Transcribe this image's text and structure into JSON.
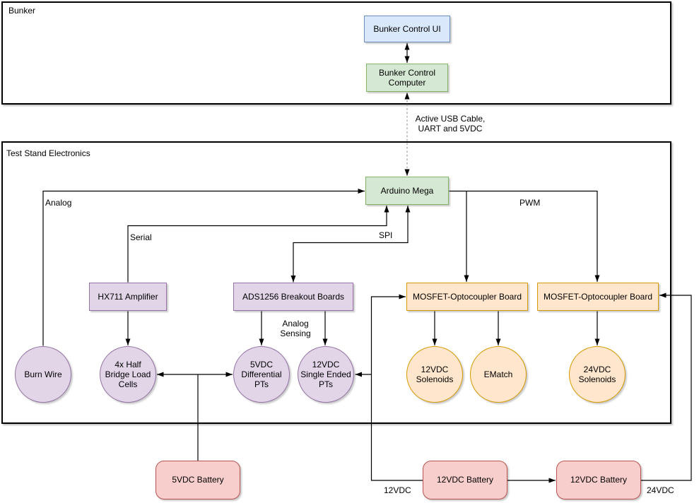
{
  "palette": {
    "blue_fill": "#dae8fc",
    "blue_stroke": "#6c8ebf",
    "green_fill": "#d5e8d4",
    "green_stroke": "#82b366",
    "purple_fill": "#e1d5e7",
    "purple_stroke": "#9673a6",
    "orange_fill": "#ffe6cc",
    "orange_stroke": "#d79b00",
    "red_fill": "#f8cecc",
    "red_stroke": "#b85450",
    "edge_color": "#000000",
    "dashed_edge_color": "#999999"
  },
  "containers": {
    "bunker": {
      "label": "Bunker"
    },
    "test_stand": {
      "label": "Test Stand Electronics"
    }
  },
  "nodes": {
    "bunker_control_ui": {
      "label": "Bunker Control UI",
      "shape": "rect",
      "color": "blue"
    },
    "bunker_control_computer": {
      "label": "Bunker Control Computer",
      "shape": "rect",
      "color": "green"
    },
    "arduino_mega": {
      "label": "Arduino Mega",
      "shape": "rect",
      "color": "green"
    },
    "hx711_amplifier": {
      "label": "HX711 Amplifier",
      "shape": "rect",
      "color": "purple"
    },
    "ads1256": {
      "label": "ADS1256 Breakout Boards",
      "shape": "rect",
      "color": "purple"
    },
    "mosfet_board_left": {
      "label": "MOSFET-Optocoupler Board",
      "shape": "rect",
      "color": "orange"
    },
    "mosfet_board_right": {
      "label": "MOSFET-Optocoupler Board",
      "shape": "rect",
      "color": "orange"
    },
    "burn_wire": {
      "label": "Burn Wire",
      "shape": "circle",
      "color": "purple"
    },
    "load_cells": {
      "label": "4x Half Bridge Load Cells",
      "shape": "circle",
      "color": "purple"
    },
    "differential_pts": {
      "label": "5VDC Differential PTs",
      "shape": "circle",
      "color": "purple"
    },
    "single_ended_pts": {
      "label": "12VDC Single Ended PTs",
      "shape": "circle",
      "color": "purple"
    },
    "solenoids_12vdc": {
      "label": "12VDC Solenoids",
      "shape": "circle",
      "color": "orange"
    },
    "ematch": {
      "label": "EMatch",
      "shape": "circle",
      "color": "orange"
    },
    "solenoids_24vdc": {
      "label": "24VDC Solenoids",
      "shape": "circle",
      "color": "orange"
    },
    "battery_5vdc": {
      "label": "5VDC Battery",
      "shape": "rounded",
      "color": "red"
    },
    "battery_12vdc_left": {
      "label": "12VDC Battery",
      "shape": "rounded",
      "color": "red"
    },
    "battery_12vdc_right": {
      "label": "12VDC Battery",
      "shape": "rounded",
      "color": "red"
    }
  },
  "edge_labels": {
    "usb_link": "Active USB Cable, UART and 5VDC",
    "analog": "Analog",
    "serial": "Serial",
    "spi": "SPI",
    "pwm": "PWM",
    "analog_sensing": "Analog Sensing",
    "supply_12vdc": "12VDC",
    "supply_24vdc": "24VDC"
  },
  "edges": [
    {
      "from": "bunker_control_ui",
      "to": "bunker_control_computer",
      "arrows": "both",
      "style": "solid"
    },
    {
      "from": "bunker_control_computer",
      "to": "arduino_mega",
      "arrows": "both",
      "style": "dashed",
      "label": "Active USB Cable, UART and 5VDC"
    },
    {
      "from": "burn_wire",
      "to": "arduino_mega",
      "arrows": "to",
      "style": "solid",
      "label": "Analog"
    },
    {
      "from": "hx711_amplifier",
      "to": "arduino_mega",
      "arrows": "to",
      "style": "solid",
      "label": "Serial"
    },
    {
      "from": "ads1256",
      "to": "arduino_mega",
      "arrows": "both",
      "style": "solid",
      "label": "SPI"
    },
    {
      "from": "arduino_mega",
      "to": "mosfet_board_left",
      "arrows": "to",
      "style": "solid",
      "label": "PWM"
    },
    {
      "from": "arduino_mega",
      "to": "mosfet_board_right",
      "arrows": "to",
      "style": "solid",
      "label": "PWM"
    },
    {
      "from": "hx711_amplifier",
      "to": "load_cells",
      "arrows": "to",
      "style": "solid"
    },
    {
      "from": "ads1256",
      "to": "differential_pts",
      "arrows": "to",
      "style": "solid",
      "label": "Analog Sensing"
    },
    {
      "from": "ads1256",
      "to": "single_ended_pts",
      "arrows": "to",
      "style": "solid",
      "label": "Analog Sensing"
    },
    {
      "from": "battery_5vdc",
      "to": "load_cells",
      "arrows": "to",
      "style": "solid"
    },
    {
      "from": "battery_5vdc",
      "to": "differential_pts",
      "arrows": "to",
      "style": "solid"
    },
    {
      "from": "battery_12vdc_left",
      "to": "mosfet_board_left",
      "arrows": "to",
      "style": "solid",
      "label": "12VDC"
    },
    {
      "from": "battery_12vdc_left",
      "to": "single_ended_pts",
      "arrows": "to",
      "style": "solid"
    },
    {
      "from": "battery_12vdc_left",
      "to": "battery_12vdc_right",
      "arrows": "to",
      "style": "solid"
    },
    {
      "from": "battery_12vdc_right",
      "to": "mosfet_board_right",
      "arrows": "to",
      "style": "solid",
      "label": "24VDC"
    },
    {
      "from": "mosfet_board_left",
      "to": "solenoids_12vdc",
      "arrows": "to",
      "style": "solid"
    },
    {
      "from": "mosfet_board_left",
      "to": "ematch",
      "arrows": "to",
      "style": "solid"
    },
    {
      "from": "mosfet_board_right",
      "to": "solenoids_24vdc",
      "arrows": "to",
      "style": "solid"
    }
  ]
}
